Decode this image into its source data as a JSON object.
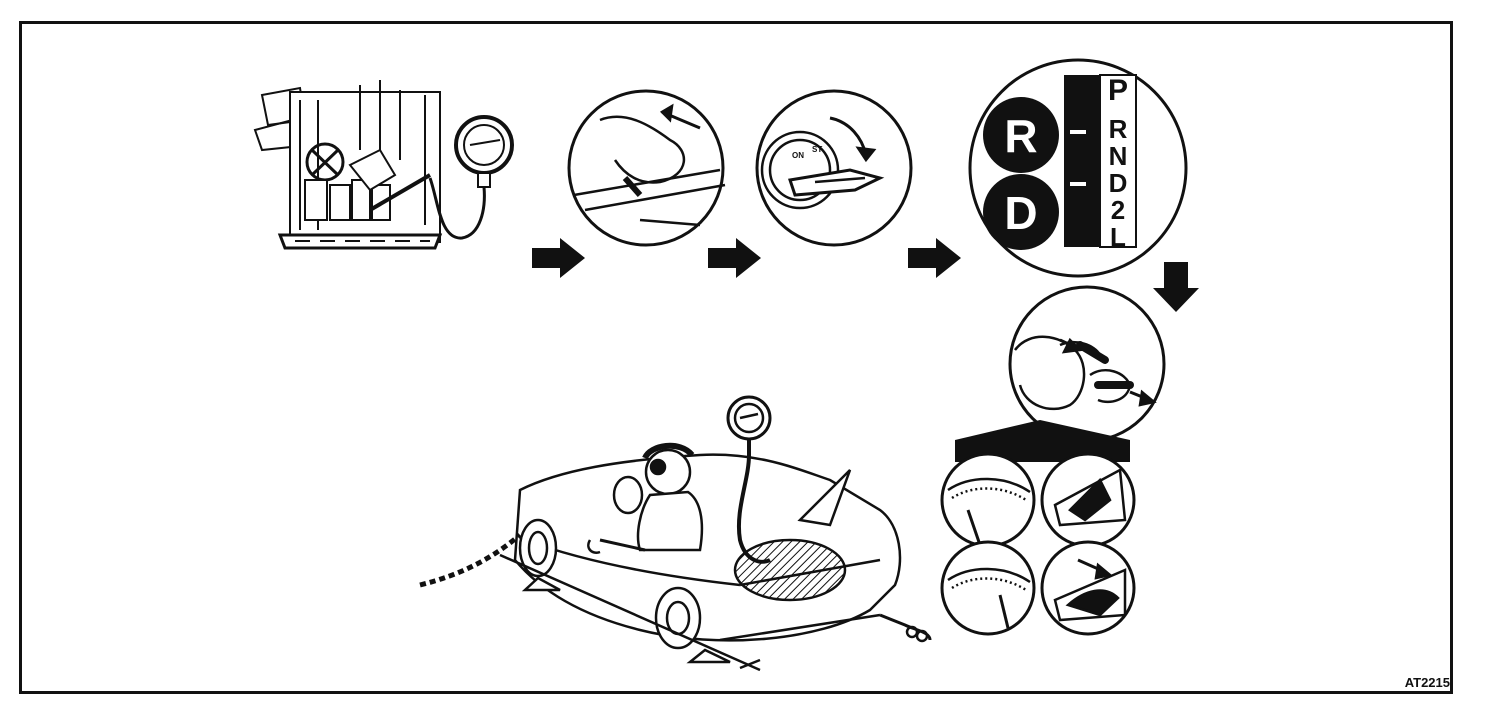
{
  "figure_code": "AT2215",
  "shift_panel": {
    "selected_left": [
      "R",
      "D"
    ],
    "markers": [
      "-",
      "-"
    ],
    "gear_positions": [
      "P",
      "R",
      "N",
      "D",
      "2",
      "L"
    ]
  },
  "ignition_labels": [
    "ON",
    "ST"
  ],
  "colors": {
    "ink": "#111111",
    "paper": "#ffffff"
  }
}
